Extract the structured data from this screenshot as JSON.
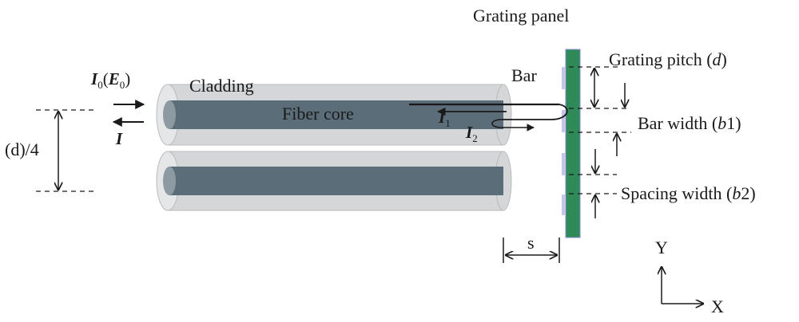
{
  "labels": {
    "grating_panel": "Grating panel",
    "grating_pitch": "Grating pitch (",
    "grating_pitch_sym": "d",
    "grating_pitch_close": ")",
    "bar": "Bar",
    "bar_width": "Bar width (",
    "bar_width_sym": "b",
    "bar_width_num": "1",
    "bar_width_close": ")",
    "spacing_width": "Spacing width (",
    "spacing_width_sym": "b",
    "spacing_width_num": "2",
    "spacing_width_close": ")",
    "cladding": "Cladding",
    "fiber_core": "Fiber core",
    "separation": "(d)/4",
    "s": "s",
    "axis_y": "Y",
    "axis_x": "X",
    "i0": "I",
    "i0_sub": "0",
    "e0_open": "(",
    "e0": "E",
    "e0_sub": "0",
    "e0_close": ")",
    "i": "I",
    "i1": "I",
    "i1_sub": "1",
    "i2": "I",
    "i2_sub": "2"
  },
  "colors": {
    "cladding": "#d4d6d8",
    "core": "#5a6d78",
    "panel": "#2e8b57",
    "bar_tab": "#c7c4ec",
    "line": "#1a1a1a"
  }
}
